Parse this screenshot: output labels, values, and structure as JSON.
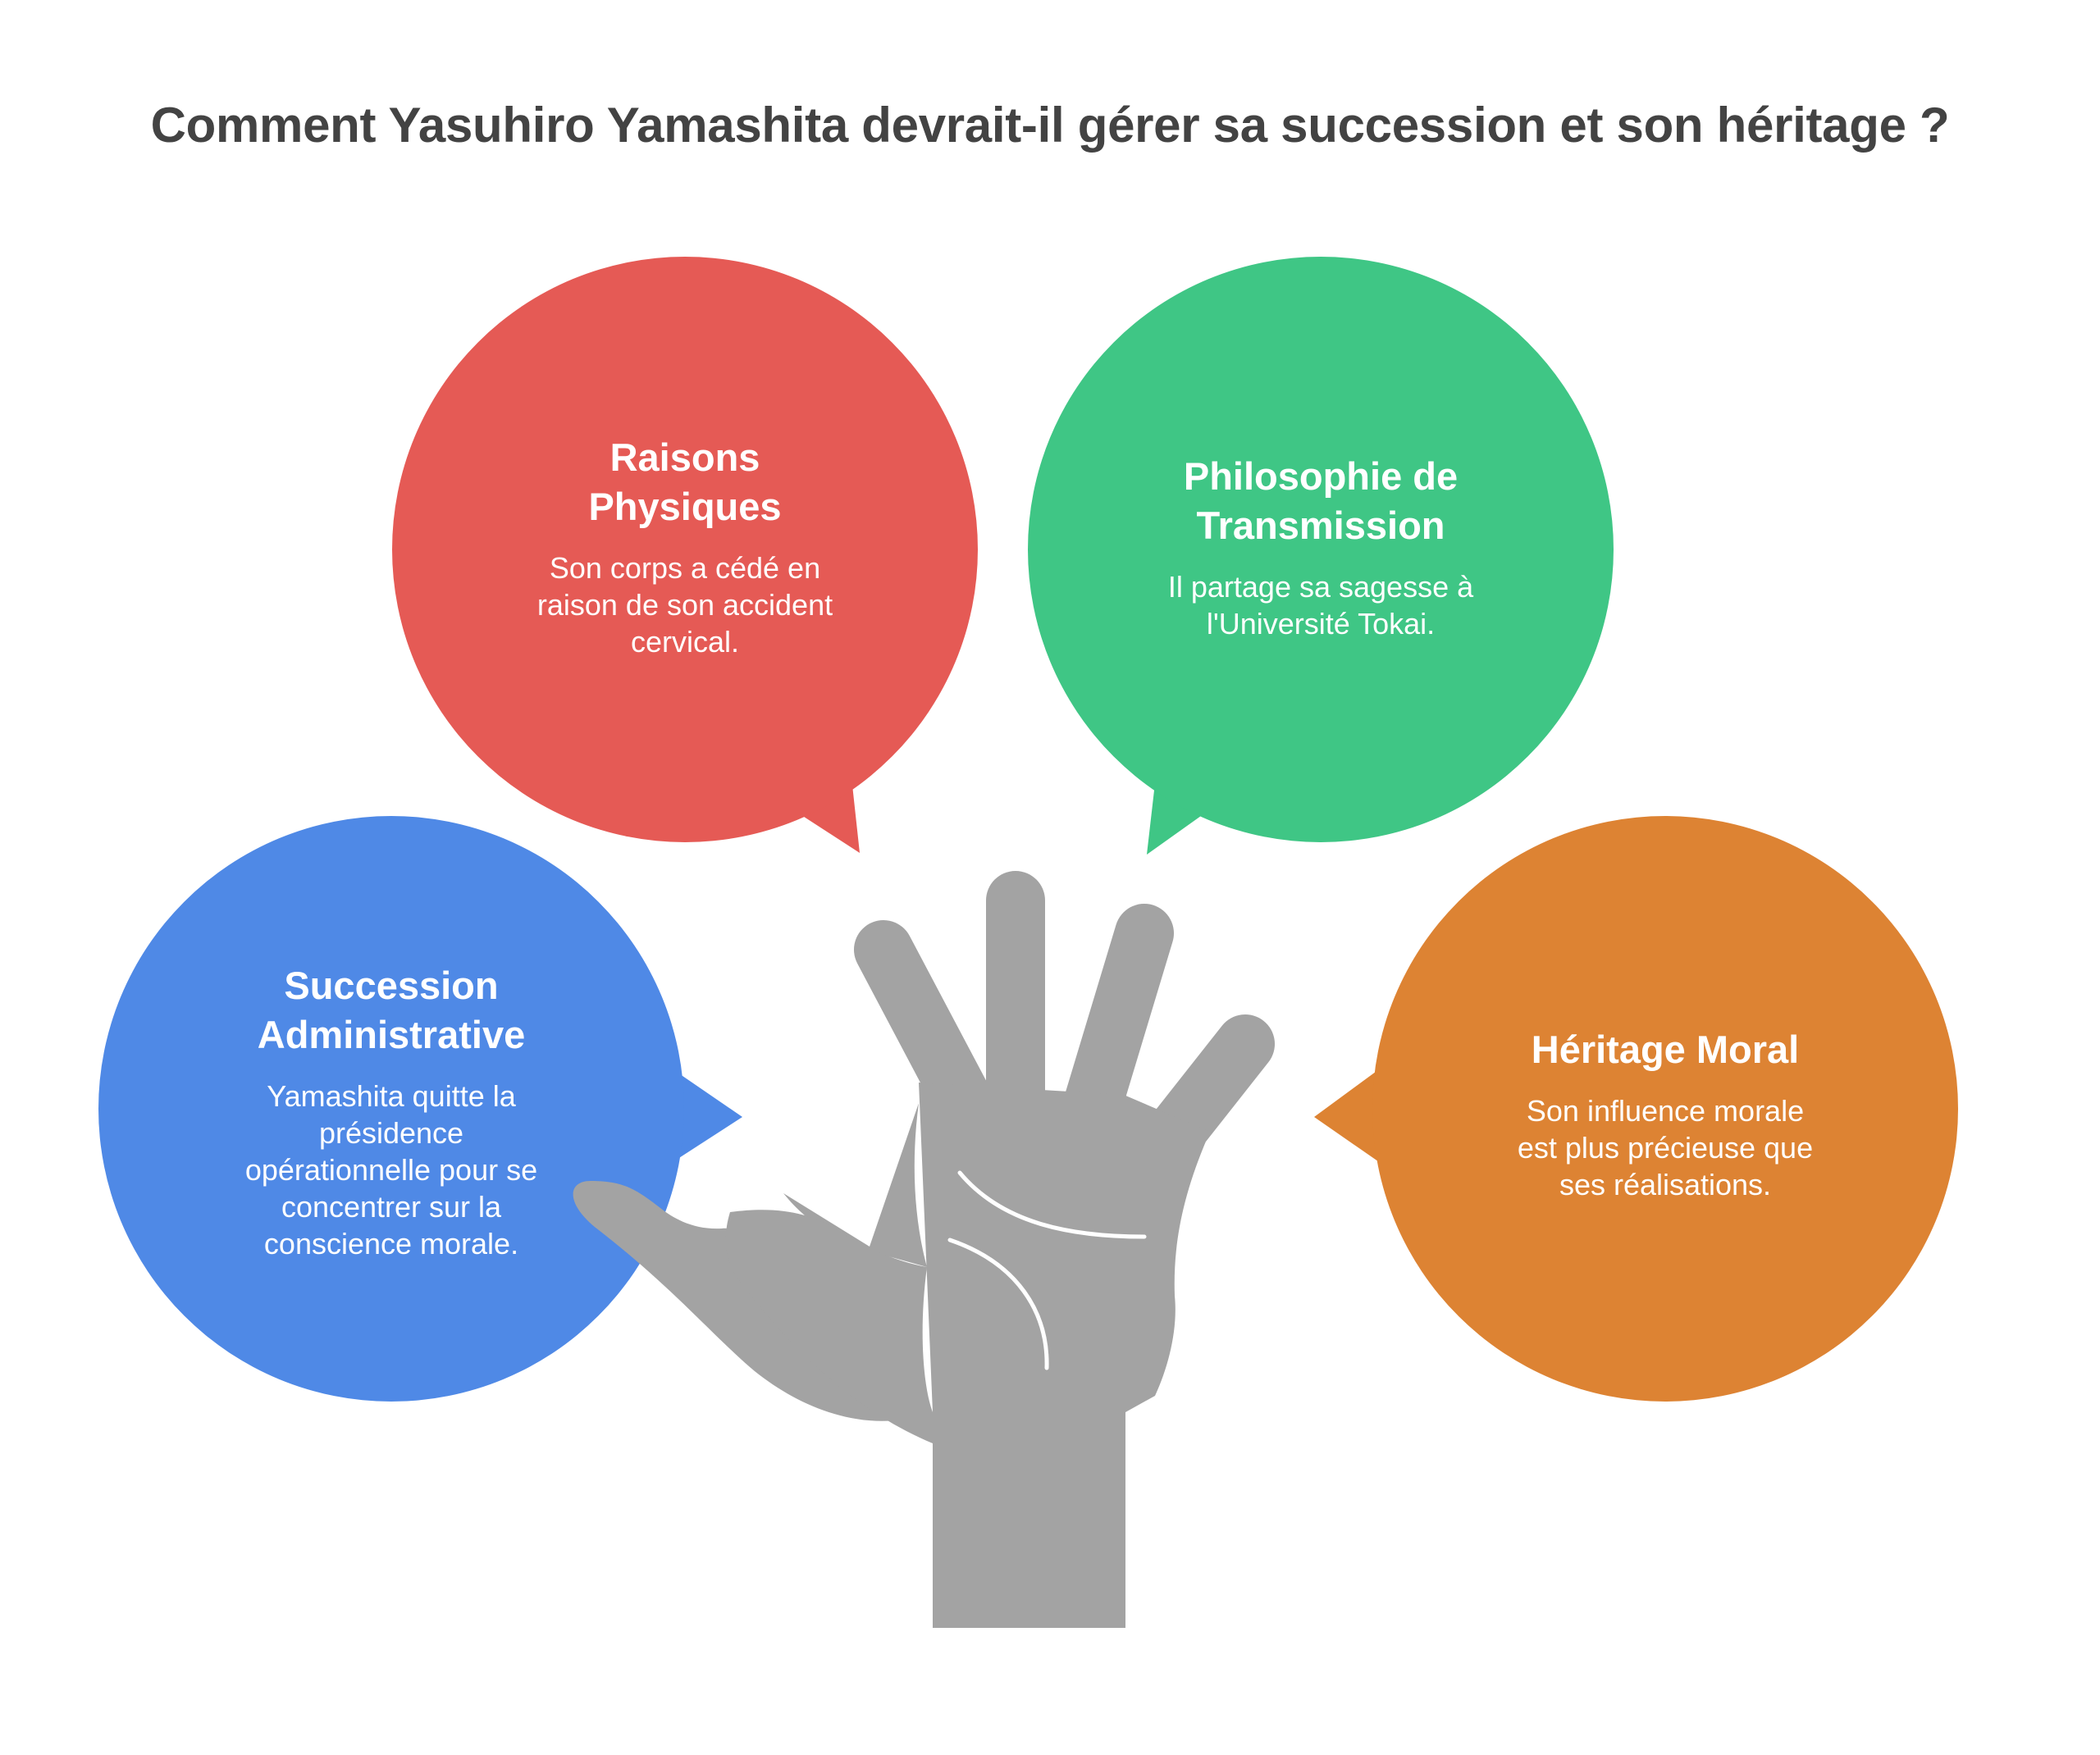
{
  "title": "Comment Yasuhiro Yamashita devrait-il gérer sa succession et son héritage ?",
  "colors": {
    "red": "#E55A55",
    "green": "#3FC685",
    "blue": "#4F89E6",
    "orange": "#DD8333",
    "hand": "#A3A3A3",
    "title": "#434343"
  },
  "bubbles": {
    "physical": {
      "title": "Raisons Physiques",
      "desc": "Son corps a cédé en raison de son accident cervical."
    },
    "philosophy": {
      "title": "Philosophie de Transmission",
      "desc": "Il partage sa sagesse à l'Université Tokai."
    },
    "administrative": {
      "title": "Succession Administrative",
      "desc": "Yamashita quitte la présidence opérationnelle pour se concentrer sur la conscience morale."
    },
    "moral": {
      "title": "Héritage Moral",
      "desc": "Son influence morale est plus précieuse que ses réalisations."
    }
  }
}
